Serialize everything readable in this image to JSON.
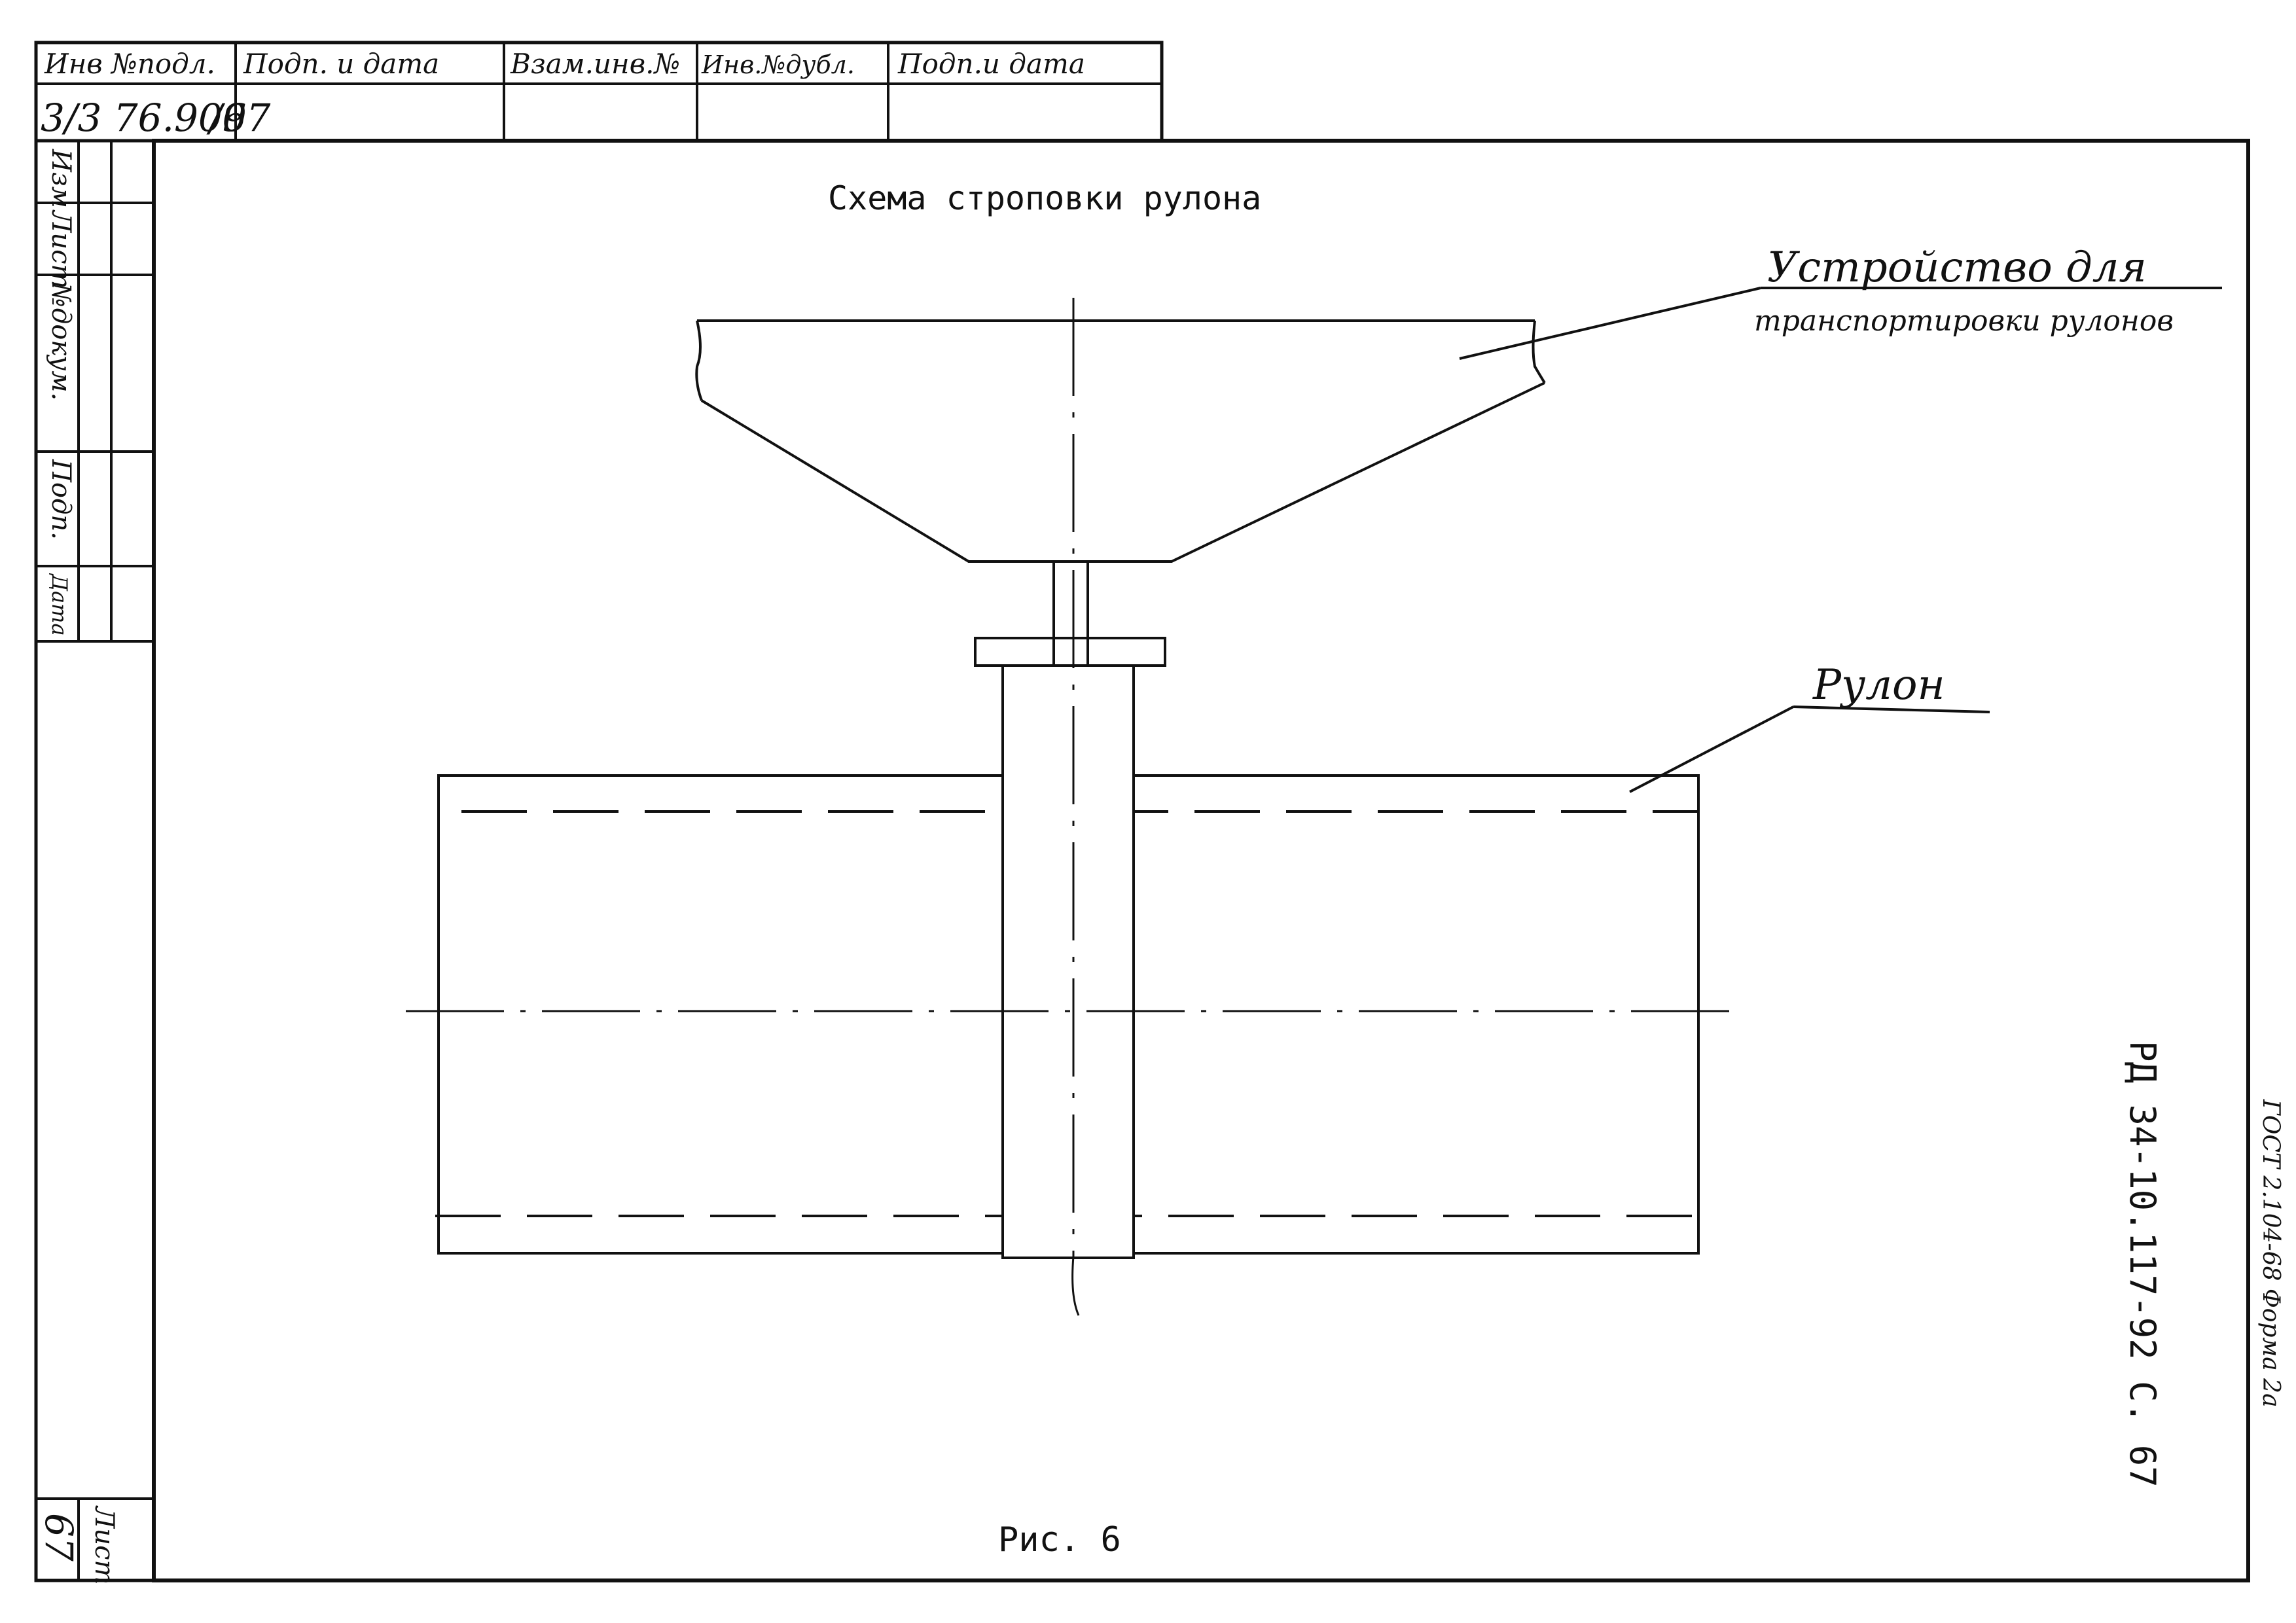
{
  "stamp": {
    "headers": [
      "Инв №подл.",
      "Подп. и дата",
      "Взам.инв.№",
      "Инв.№дубл.",
      "Подп.и дата"
    ],
    "values": [
      "3/3 76.909",
      "/67",
      "",
      "",
      ""
    ]
  },
  "side_table": {
    "labels": [
      "Изм",
      "Лист",
      "№докум.",
      "Подп.",
      "Дата"
    ],
    "sheet_label": "Лист",
    "sheet_number": "67"
  },
  "drawing": {
    "title": "Схема строповки рулона",
    "callout_device_line1": "Устройство для",
    "callout_device_line2": "транспортировки рулонов",
    "callout_roll": "Рулон",
    "caption": "Рис. 6"
  },
  "margin": {
    "doc_code": "РД 34-10.117-92 С. 67",
    "format_note": "ГОСТ 2.104-68 Форма 2а"
  }
}
